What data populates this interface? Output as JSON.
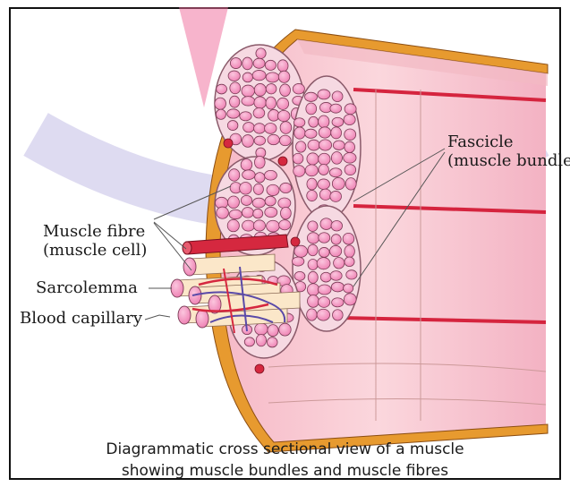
{
  "labels": {
    "fascicle": "Fascicle",
    "fascicle_sub": "(muscle bundle",
    "muscle_fibre": "Muscle fibre",
    "muscle_fibre_sub": "(muscle cell)",
    "sarcolemma": "Sarcolemma",
    "blood_capillary": "Blood capillary"
  },
  "caption": {
    "line1": "Diagrammatic cross sectional view of a muscle",
    "line2": "showing muscle bundles and muscle fibres"
  },
  "colors": {
    "sheath": "#e79a2f",
    "fibre_pink": "#f49bc4",
    "fibre_outline": "#7a3a55",
    "muscle_body": "#f7c5cf",
    "capillary": "#d8283f",
    "nerve": "#5a4aa8",
    "watermark": "#6b5dc0"
  }
}
